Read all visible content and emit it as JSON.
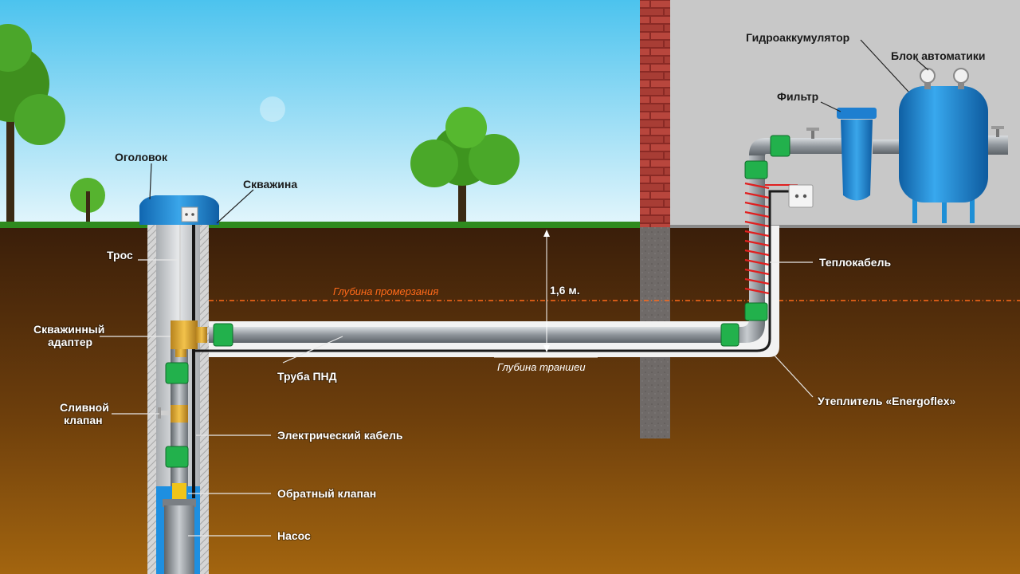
{
  "labels": {
    "ogolovok": "Оголовок",
    "skvazhina": "Скважина",
    "tros": "Трос",
    "adapter_line1": "Скважинный",
    "adapter_line2": "адаптер",
    "drain_line1": "Сливной",
    "drain_line2": "клапан",
    "pipe": "Труба ПНД",
    "electric_cable": "Электрический кабель",
    "check_valve": "Обратный клапан",
    "pump": "Насос",
    "freeze_depth": "Глубина промерзания",
    "depth_value": "1,6 м.",
    "trench_depth": "Глубина траншеи",
    "heat_cable": "Теплокабель",
    "insulation": "Утеплитель «Energoflex»",
    "accumulator": "Гидроаккумулятор",
    "automation": "Блок автоматики",
    "filter": "Фильтр"
  },
  "colors": {
    "sky_top": "#55c8f0",
    "sky_bottom": "#d8f2fb",
    "ground_top": "#3a1f0a",
    "ground_bottom": "#a0620e",
    "pipe": "#9aa0a6",
    "fitting": "#22b14c",
    "tank": "#1e8fd6",
    "freeze_line": "#ff6a1a",
    "heat_cable": "#e02020",
    "brick": "#b5413a"
  }
}
